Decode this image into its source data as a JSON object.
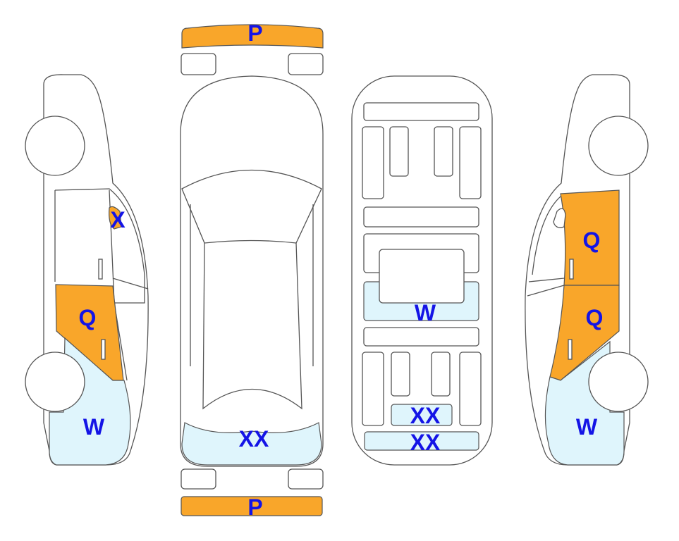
{
  "legend_colors": {
    "orange": "#F9A62A",
    "light_blue": "#DFF5FC",
    "label": "#1414E6"
  },
  "views": {
    "left_side": {
      "labels": {
        "x_mirror": "X",
        "q_rear_door": "Q",
        "w_rear_fender": "W"
      }
    },
    "top": {
      "labels": {
        "p_front_bumper": "P",
        "xx_rear": "XX",
        "p_rear_bumper": "P"
      }
    },
    "underbody": {
      "labels": {
        "w_center": "W",
        "xx_rear_1": "XX",
        "xx_rear_2": "XX"
      }
    },
    "right_side": {
      "labels": {
        "q_front_door": "Q",
        "q_rear_door": "Q",
        "w_rear_fender": "W"
      }
    }
  }
}
